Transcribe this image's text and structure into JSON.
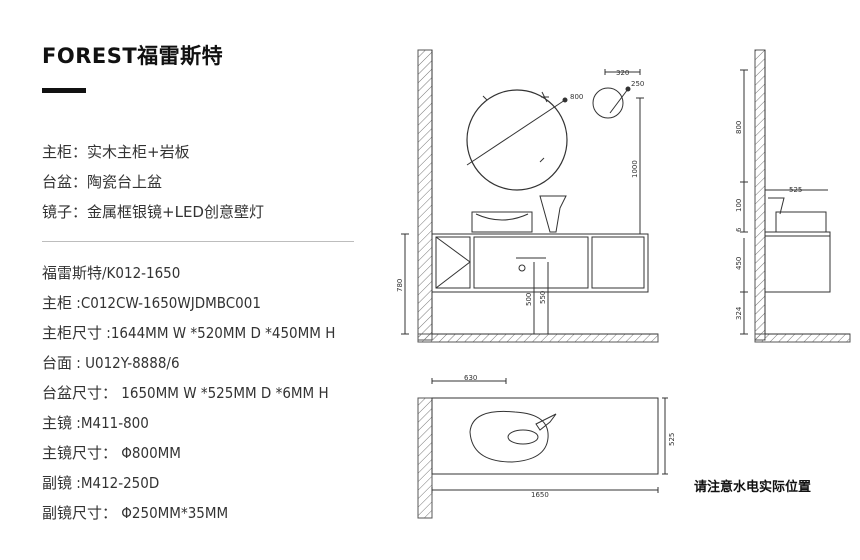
{
  "title": "FOREST福雷斯特",
  "materials": [
    {
      "label": "主柜：",
      "value": "实木主柜+岩板"
    },
    {
      "label": "台盆：",
      "value": "陶瓷台上盆"
    },
    {
      "label": "镜子：",
      "value": "金属框银镜+LED创意壁灯"
    }
  ],
  "details": [
    "福雷斯特/K012-1650",
    "主柜 :C012CW-1650WJDMBC001",
    "主柜尺寸 :1644MM W *520MM D *450MM H",
    "台面 : U012Y-8888/6",
    "台盆尺寸： 1650MM W *525MM D *6MM H",
    "主镜 :M411-800",
    "主镜尺寸： Φ800MM",
    "副镜 :M412-250D",
    "副镜尺寸： Φ250MM*35MM"
  ],
  "dimensions": {
    "mirror_main": "800",
    "mirror_small": "250",
    "mirror_small_offset": "320",
    "mirror_height": "1000",
    "cabinet_height": "780",
    "drain_a": "500",
    "drain_b": "550",
    "side_depth": "525",
    "side_mirror": "800",
    "side_top": "100",
    "side_slab": "6",
    "side_cabinet": "450",
    "side_floor": "324",
    "plan_width": "630",
    "plan_depth": "525",
    "plan_total": "1650"
  },
  "note": "请注意水电实际位置"
}
